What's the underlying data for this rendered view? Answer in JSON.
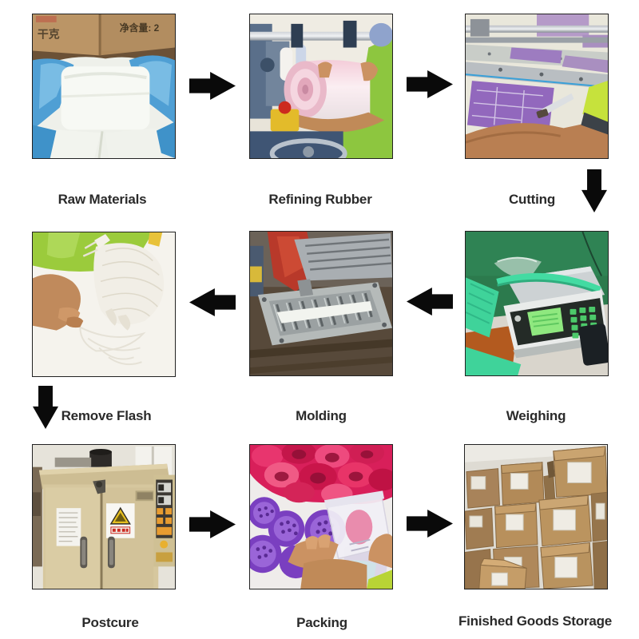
{
  "page": {
    "background": "#ffffff",
    "label_color": "#2a2a2a",
    "arrow_color": "#0a0a0a"
  },
  "steps": [
    {
      "id": "raw-materials",
      "label": "Raw Materials"
    },
    {
      "id": "refining-rubber",
      "label": "Refining Rubber"
    },
    {
      "id": "cutting",
      "label": "Cutting"
    },
    {
      "id": "remove-flash",
      "label": "Remove Flash"
    },
    {
      "id": "molding",
      "label": "Molding"
    },
    {
      "id": "weighing",
      "label": "Weighing"
    },
    {
      "id": "postcure",
      "label": "Postcure"
    },
    {
      "id": "packing",
      "label": "Packing"
    },
    {
      "id": "finished-goods-storage",
      "label": "Finished Goods Storage"
    }
  ],
  "photo_texts": {
    "raw_box_left": "干克",
    "raw_box_right": "净含量: 2"
  }
}
